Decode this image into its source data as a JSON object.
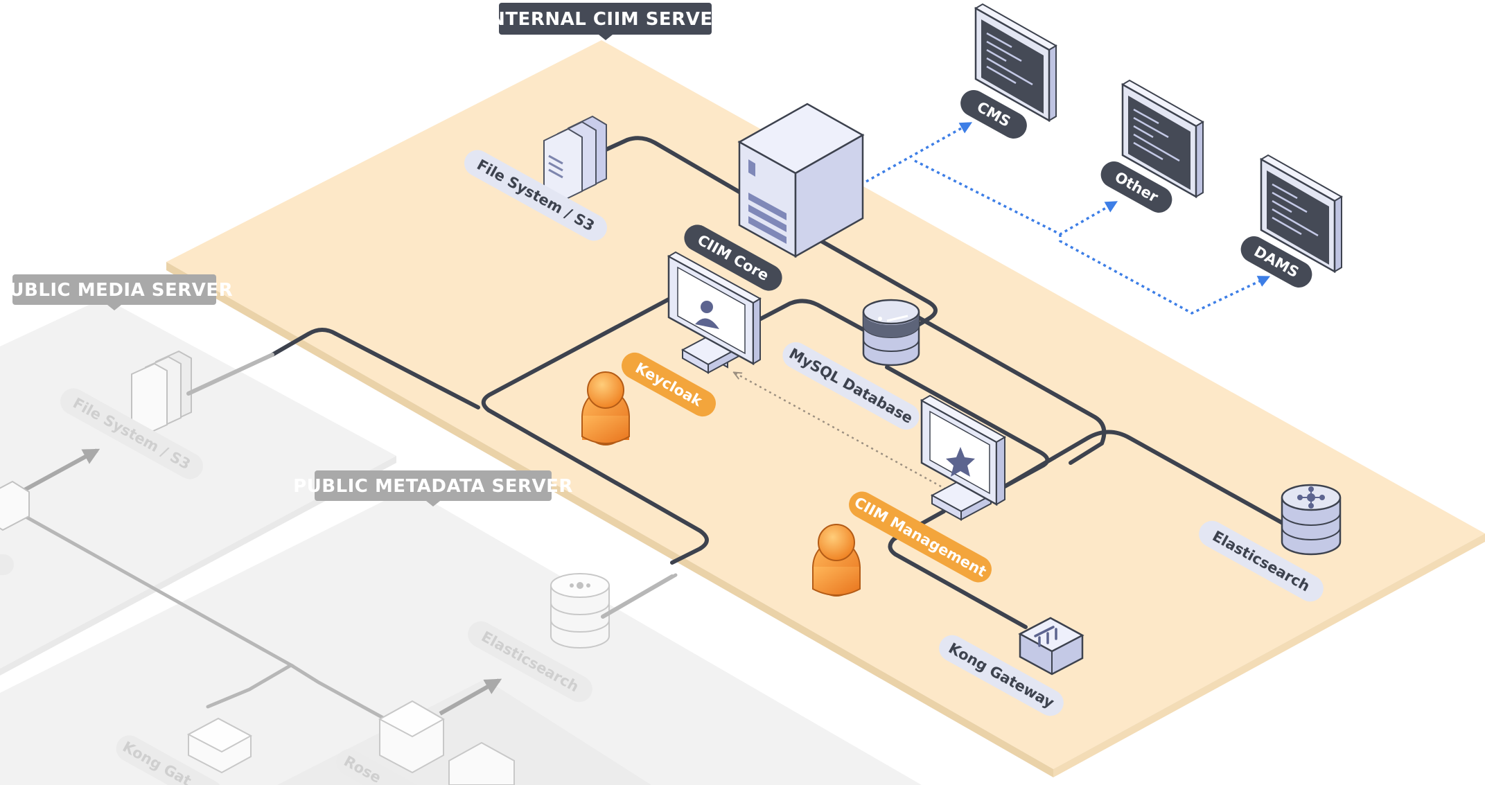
{
  "zones": {
    "internal": "INTERNAL CIIM  SERVER",
    "media": "PUBLIC MEDIA SERVER",
    "metadata": "PUBLIC METADATA SERVER"
  },
  "labels": {
    "fs_internal": "File System / S3",
    "ciim_core": "CIIM Core",
    "keycloak": "Keycloak",
    "mysql": "MySQL Database",
    "ciim_management": "CIIM Management",
    "elastic_internal": "Elasticsearch",
    "kong_internal": "Kong Gateway",
    "cms": "CMS",
    "other": "Other",
    "dams": "DAMS",
    "fs_public": "File System / S3",
    "elastic_public": "Elasticsearch",
    "kong_public": "Kong Gat",
    "rosetta_public": "Rose"
  },
  "colors": {
    "internal_plane": "#fde8c8",
    "public_plane": "#f2f2f2",
    "dark_label": "#454a56",
    "orange_label": "#f3a53c",
    "light_label": "#e3e6f3",
    "line_dark": "#3d424e",
    "line_grey": "#b7b7b7",
    "arrow_blue": "#3d7ee6"
  }
}
